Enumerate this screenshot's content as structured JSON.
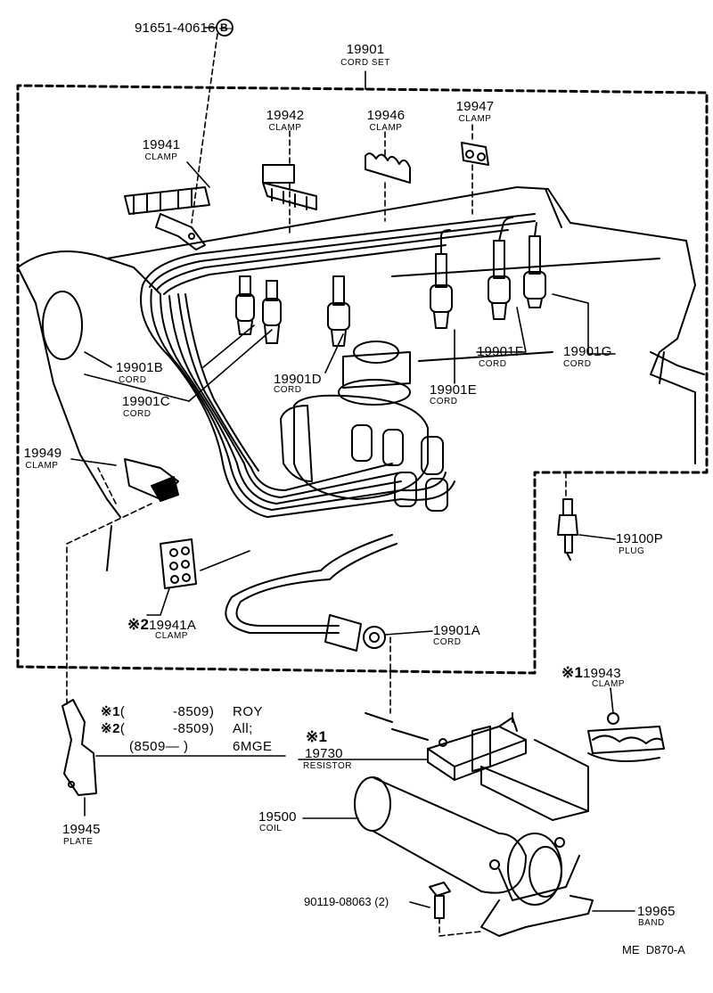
{
  "diagram_code": "ME  D870-A",
  "bolt_ref": {
    "number": "91651-40616",
    "marker": "B"
  },
  "cord_set": {
    "number": "19901",
    "name": "CORD SET"
  },
  "parts": {
    "p19941": {
      "number": "19941",
      "name": "CLAMP"
    },
    "p19942": {
      "number": "19942",
      "name": "CLAMP"
    },
    "p19946": {
      "number": "19946",
      "name": "CLAMP"
    },
    "p19947": {
      "number": "19947",
      "name": "CLAMP"
    },
    "p19901B": {
      "number": "19901B",
      "name": "CORD"
    },
    "p19901C": {
      "number": "19901C",
      "name": "CORD"
    },
    "p19901D": {
      "number": "19901D",
      "name": "CORD"
    },
    "p19901E": {
      "number": "19901E",
      "name": "CORD"
    },
    "p19901F": {
      "number": "19901F",
      "name": "CORD"
    },
    "p19901G": {
      "number": "19901G",
      "name": "CORD"
    },
    "p19949": {
      "number": "19949",
      "name": "CLAMP"
    },
    "p19100P": {
      "number": "19100P",
      "name": "PLUG"
    },
    "p19941A": {
      "number": "19941A",
      "name": "CLAMP",
      "note_mark": "※2"
    },
    "p19901A": {
      "number": "19901A",
      "name": "CORD"
    },
    "p19943": {
      "number": "19943",
      "name": "CLAMP",
      "note_mark": "※1"
    },
    "p19730": {
      "number": "19730",
      "name": "RESISTOR",
      "note_mark": "※1"
    },
    "p19945": {
      "number": "19945",
      "name": "PLATE"
    },
    "p19500": {
      "number": "19500",
      "name": "COIL"
    },
    "p90119": {
      "number": "90119-08063 (2)"
    },
    "p19965": {
      "number": "19965",
      "name": "BAND"
    }
  },
  "notes": [
    {
      "mark": "※1",
      "open": "(",
      "range": "-8509)",
      "text": "ROY"
    },
    {
      "mark": "※2",
      "open": "(",
      "range": "-8509)",
      "text": "All;"
    },
    {
      "mark": "",
      "open": "",
      "range": "(8509—          )",
      "text": "6MGE"
    }
  ]
}
